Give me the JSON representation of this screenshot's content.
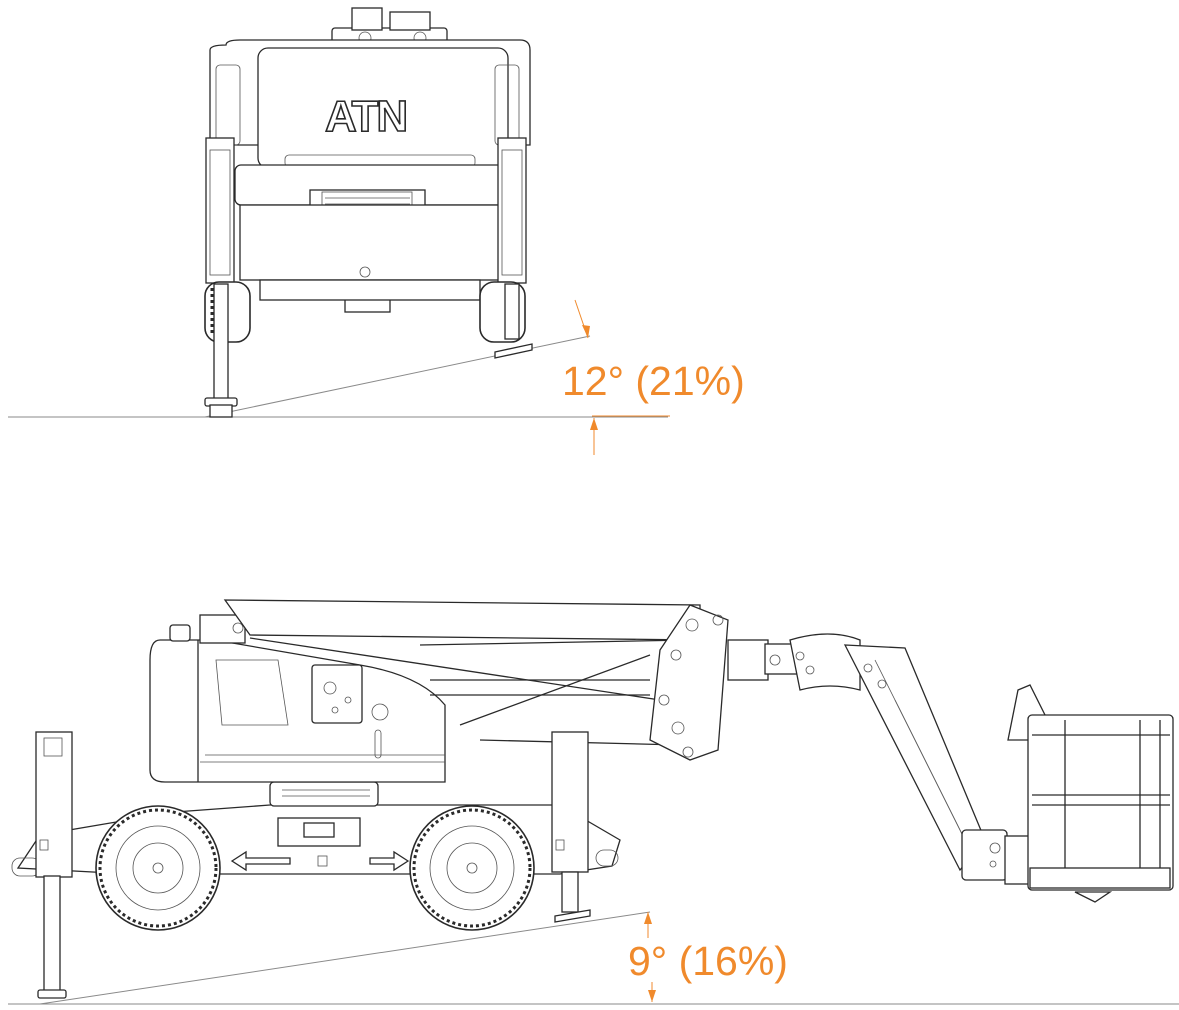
{
  "front_view": {
    "brand_logo": "ATN",
    "slope_label": "12° (21%)"
  },
  "side_view": {
    "slope_label": "9° (16%)"
  },
  "colors": {
    "dimension": "#f08a2c",
    "outline": "#2a2a2a",
    "ground": "#8a8a8a"
  }
}
